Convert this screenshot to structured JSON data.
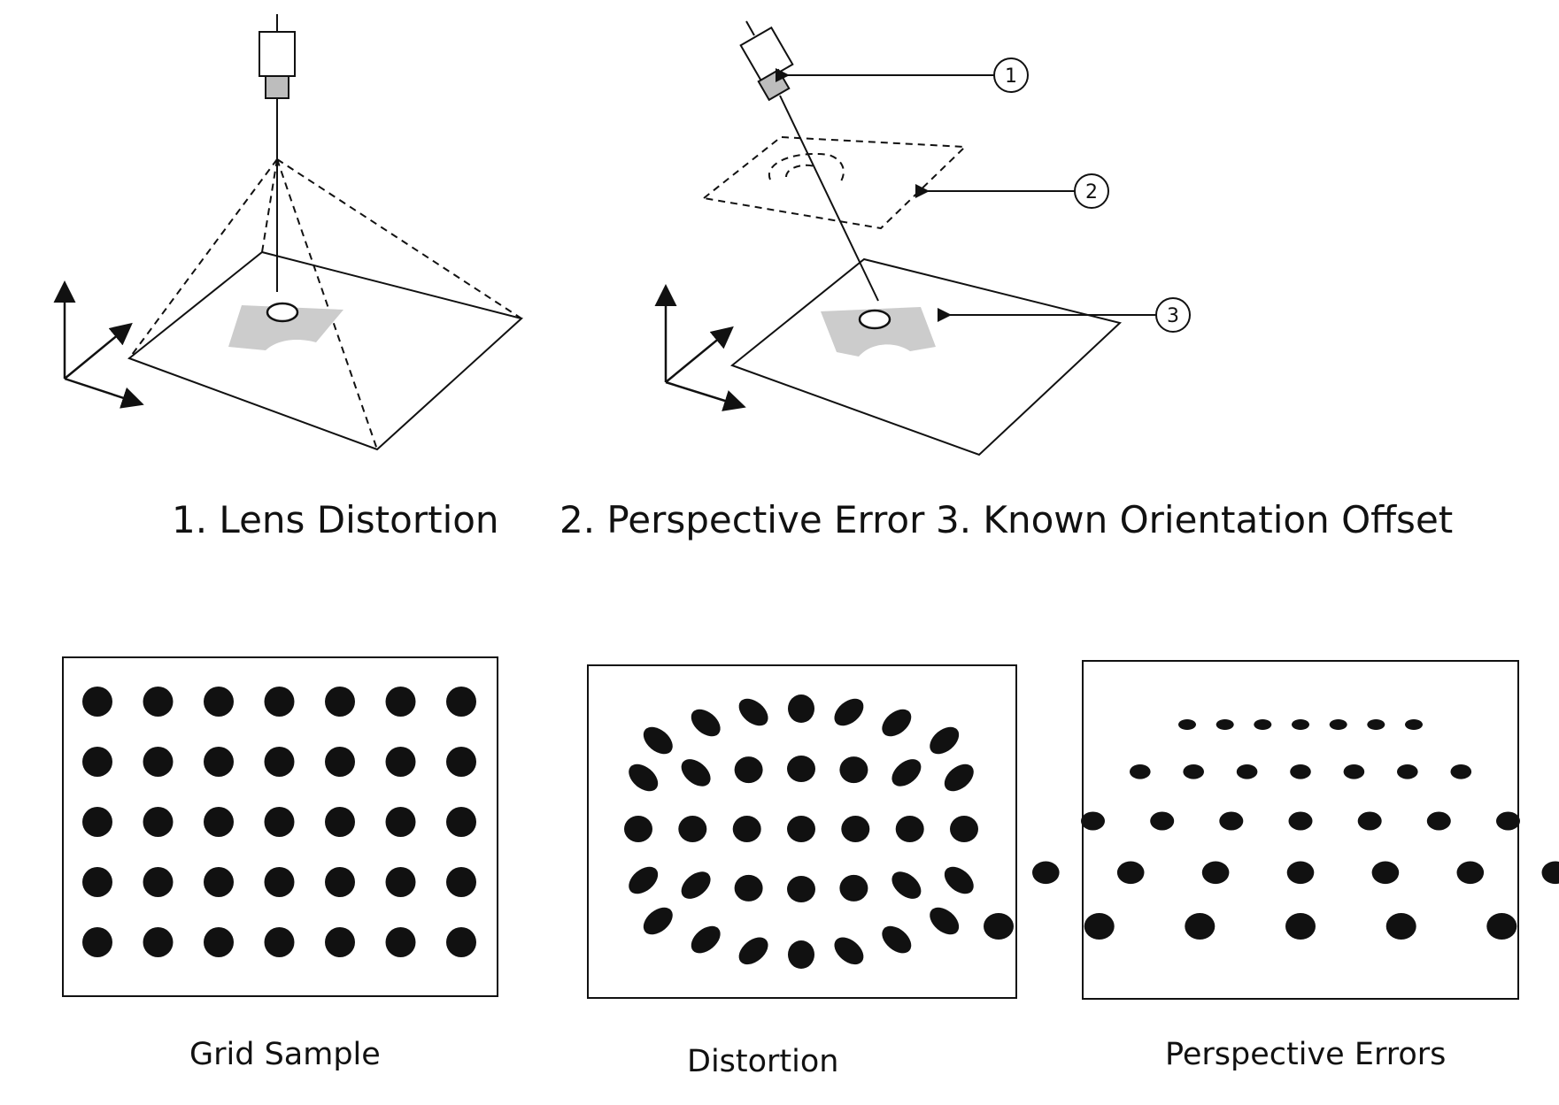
{
  "setup_diagrams": [
    {
      "name": "camera-setup-aligned",
      "labels": []
    },
    {
      "name": "camera-setup-tilted",
      "labels": [
        "1",
        "2",
        "3"
      ]
    }
  ],
  "error_captions": [
    "1. Lens Distortion",
    "2. Perspective Error",
    "3. Known Orientation Offset"
  ],
  "panel_captions": [
    "Grid Sample",
    "Distortion",
    "Perspective Errors"
  ],
  "grid_sample": {
    "rows": 5,
    "cols": 7
  },
  "colors": {
    "ink": "#111111",
    "shadow": "#cccccc",
    "lens": "#bdbdbd",
    "background": "#ffffff"
  }
}
